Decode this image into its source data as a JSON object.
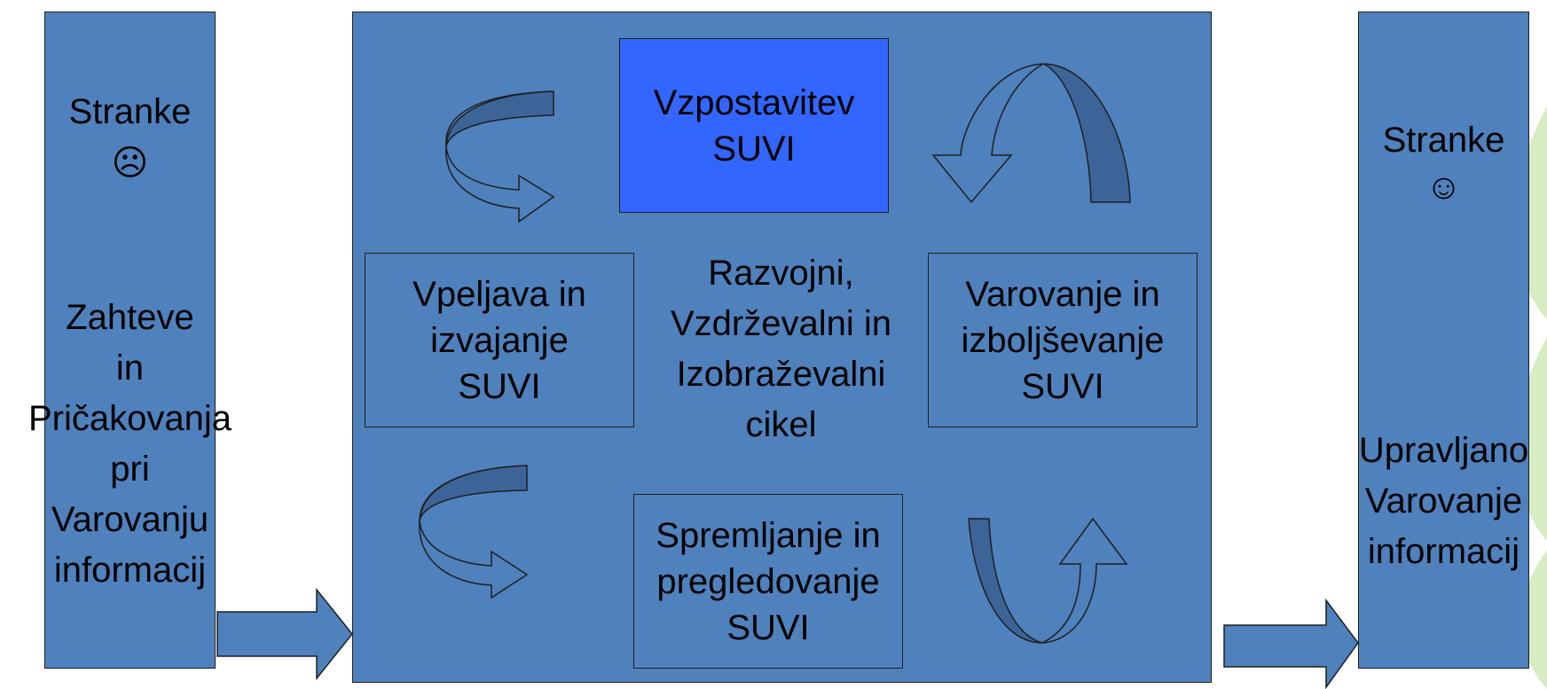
{
  "left_column": {
    "title": "Stranke",
    "face": "☹",
    "text": "Zahteve\nin\nPričakovanja\npri\nVarovanju\ninformacij"
  },
  "right_column": {
    "title": "Stranke",
    "face": "☺",
    "text": "Upravljano\nVarovanje\ninformacij"
  },
  "center": {
    "top_box": "Vzpostavitev\nSUVI",
    "left_box": "Vpeljava in\nizvajanje\nSUVI",
    "right_box": "Varovanje in\nizboljševanje\nSUVI",
    "bottom_box": "Spremljanje in\npregledovanje\nSUVI",
    "middle_text": "Razvojni,\nVzdrževalni in\nIzobraževalni\ncikel"
  },
  "colors": {
    "panel": "#4f81bd",
    "top_box": "#3366ff",
    "arrow_dark": "#3d6498",
    "leaf": "#d8ecc4"
  }
}
